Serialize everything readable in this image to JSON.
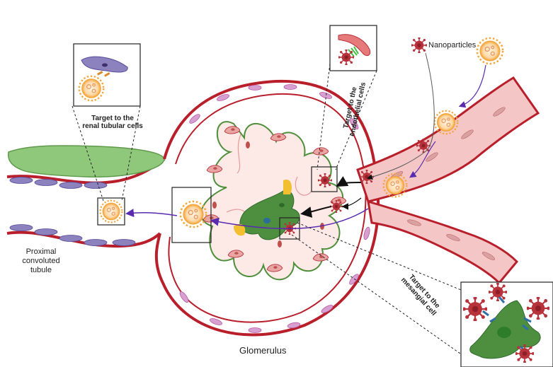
{
  "labels": {
    "nanoparticles": "Nanoparticles",
    "target_tubular_line1": "Target to the",
    "target_tubular_line2": "renal tubular cells",
    "target_endothelial_line1": "Target to the",
    "target_endothelial_line2": "endothelial cells",
    "target_mesangial_line1": "Target to the",
    "target_mesangial_line2": "mesangial cell",
    "proximal_line1": "Proximal",
    "proximal_line2": "convoluted",
    "proximal_line3": "tubule",
    "glomerulus": "Glomerulus"
  },
  "colors": {
    "capsule": "#b81f2b",
    "vessel": "#f2b8b8",
    "nanoparticle_red": "#b8323c",
    "nanoparticle_gold": "#f4a63b",
    "mesangial_green": "#5f9a4b",
    "tubular_purple": "#8c82be",
    "arrow_purple": "#5a2bb0",
    "arrow_black": "#111111"
  }
}
